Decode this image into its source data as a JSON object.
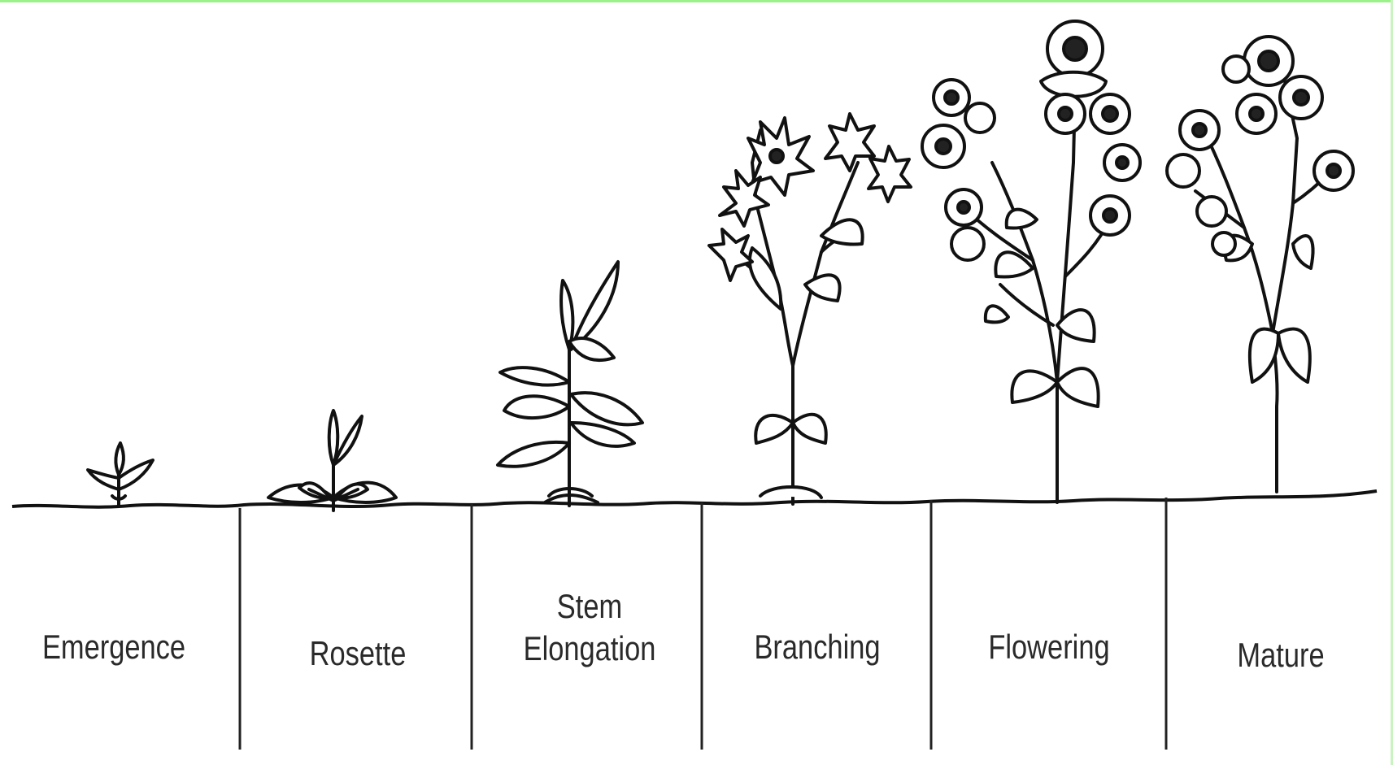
{
  "stages": [
    {
      "label": "Emergence"
    },
    {
      "label": "Rosette"
    },
    {
      "label": "Stem\nElongation"
    },
    {
      "label": "Branching"
    },
    {
      "label": "Flowering"
    },
    {
      "label": "Mature"
    }
  ]
}
